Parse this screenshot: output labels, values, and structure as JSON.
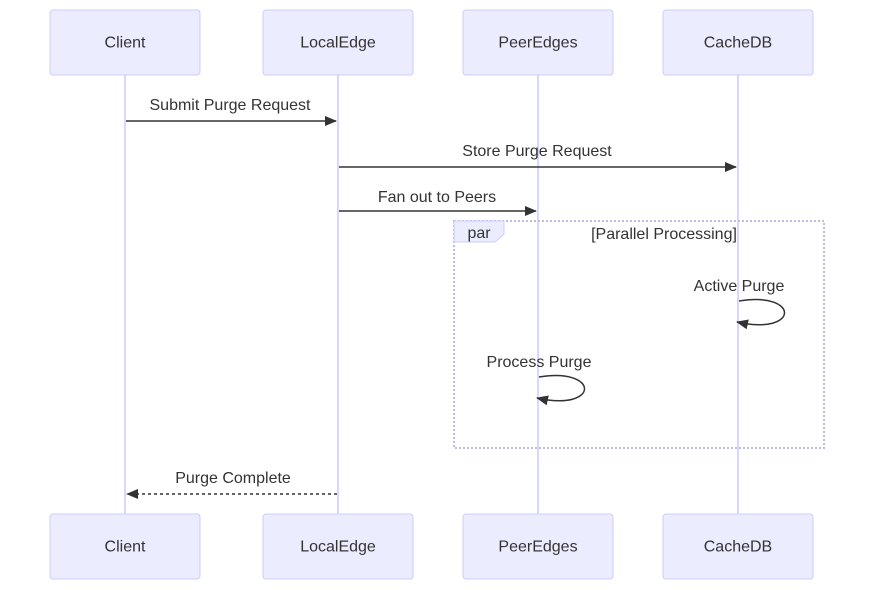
{
  "participants": {
    "client": "Client",
    "local_edge": "LocalEdge",
    "peer_edges": "PeerEdges",
    "cache_db": "CacheDB"
  },
  "messages": {
    "submit": "Submit Purge Request",
    "store": "Store Purge Request",
    "fan_out": "Fan out to Peers",
    "active_purge": "Active Purge",
    "process_purge": "Process Purge",
    "complete": "Purge Complete"
  },
  "par_block": {
    "keyword": "par",
    "label": "[Parallel Processing]"
  },
  "colors": {
    "actor_fill": "#ECECFF",
    "actor_stroke": "#CCCCFF",
    "line": "#333333"
  }
}
